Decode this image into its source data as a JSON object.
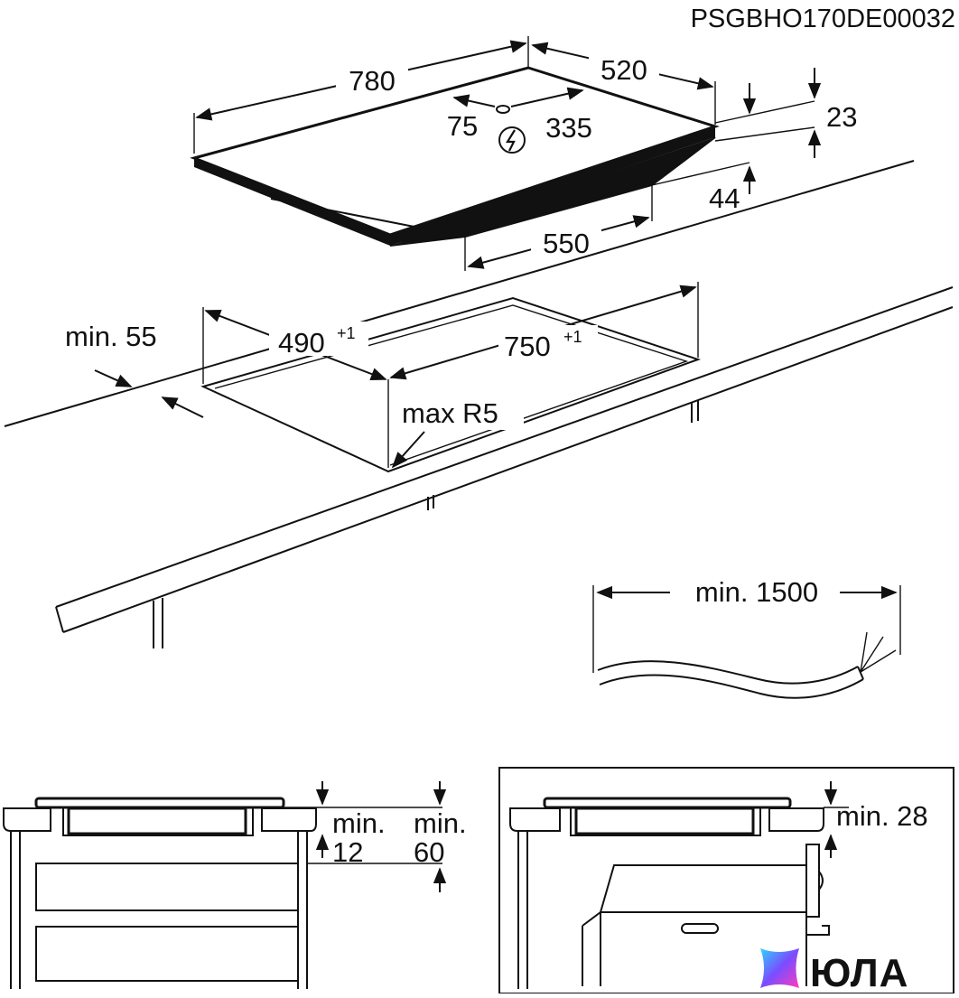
{
  "doc_code": "PSGBHO170DE00032",
  "hob": {
    "width": "780",
    "depth": "520",
    "conn_left": "75",
    "conn_right": "335",
    "height_frame": "23",
    "height_body": "44",
    "body_width": "550"
  },
  "cutout": {
    "min_edge": "min. 55",
    "depth": "490",
    "depth_tol": "+1",
    "width": "750",
    "width_tol": "+1",
    "radius": "max R5"
  },
  "cable": {
    "length": "min. 1500"
  },
  "section_left": {
    "min_a_1": "min.",
    "min_a_2": "12",
    "min_b_1": "min.",
    "min_b_2": "60"
  },
  "section_right": {
    "min_c": "min. 28"
  },
  "watermark": {
    "text": "ЮЛА",
    "colors": [
      "#2fd3ff",
      "#7a4dff",
      "#ff3bbf"
    ]
  }
}
